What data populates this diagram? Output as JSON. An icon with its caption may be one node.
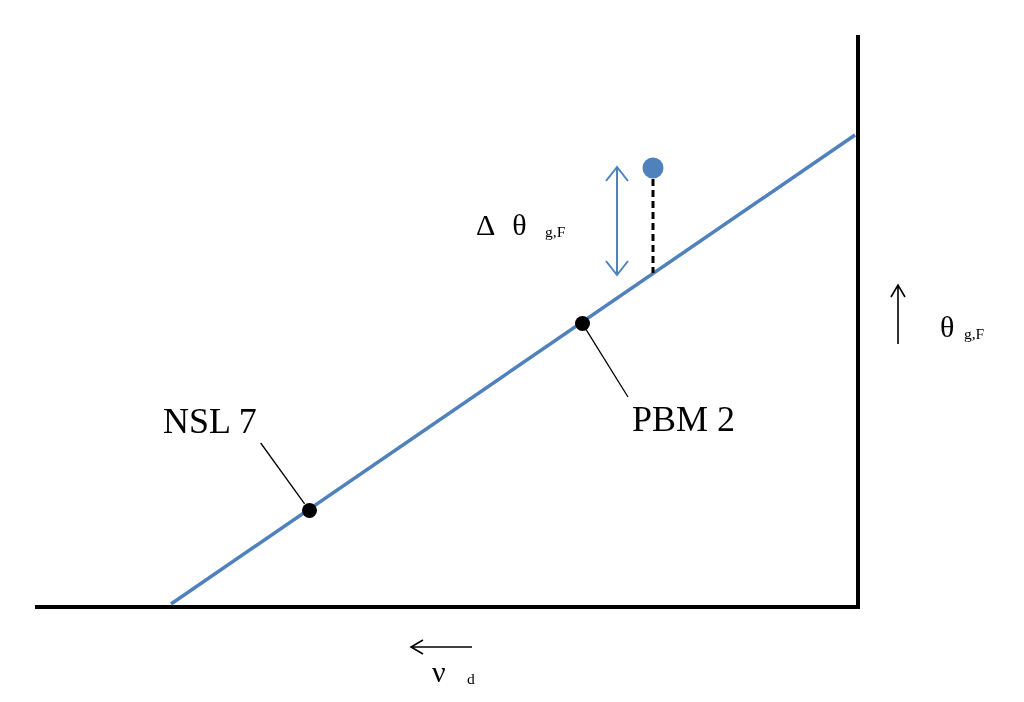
{
  "diagram": {
    "nodes": [
      {
        "text": [
          "NSL 7"
        ]
      },
      {
        "text": [],
        "shape": "circle"
      },
      {
        "text": [
          "PBM 2"
        ]
      },
      {
        "text": [],
        "shape": "circle"
      }
    ],
    "edges": [
      {
        "from": 0,
        "to": 1,
        "arrow": "none"
      },
      {
        "from": 2,
        "to": 3,
        "arrow": "none"
      }
    ],
    "labels": [
      "Δ θ $_{g,F}$",
      "θ $_{g,F}$",
      "ν $_{d}$"
    ]
  }
}
